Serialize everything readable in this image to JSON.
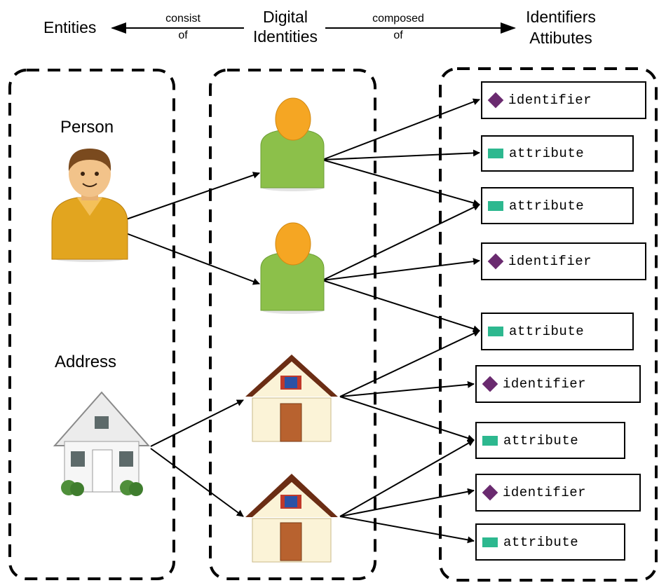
{
  "header": {
    "entities": "Entities",
    "consist": "consist",
    "of1": "of",
    "digital": "Digital",
    "identities": "Identities",
    "composed": "composed",
    "of2": "of",
    "identifiers": "Identifiers",
    "attributes": "Attibutes"
  },
  "entities": {
    "person": "Person",
    "address": "Address"
  },
  "boxes": [
    {
      "kind": "identifier",
      "label": "identifier"
    },
    {
      "kind": "attribute",
      "label": "attribute"
    },
    {
      "kind": "attribute",
      "label": "attribute"
    },
    {
      "kind": "identifier",
      "label": "identifier"
    },
    {
      "kind": "attribute",
      "label": "attribute"
    },
    {
      "kind": "identifier",
      "label": "identifier"
    },
    {
      "kind": "attribute",
      "label": "attribute"
    },
    {
      "kind": "identifier",
      "label": "identifier"
    },
    {
      "kind": "attribute",
      "label": "attribute"
    }
  ],
  "colors": {
    "identifier_marker": "#6a2a6f",
    "attribute_marker": "#2db88f",
    "person_shirt": "#e0a020",
    "identity_shirt": "#8cc04a",
    "identity_head": "#f5a623",
    "house_roof": "#6b2d14"
  },
  "icons": [
    "person-icon",
    "address-house-icon",
    "digital-identity-icon",
    "house-identity-icon"
  ]
}
